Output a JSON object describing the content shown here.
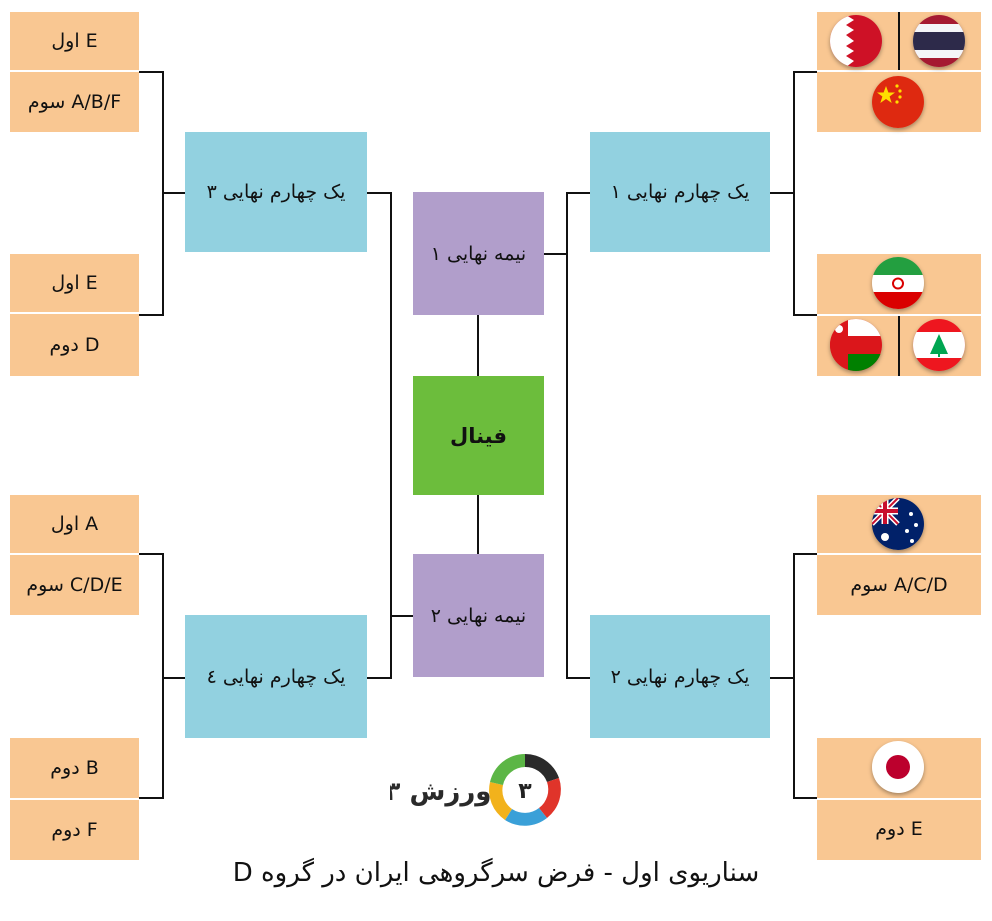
{
  "left": {
    "qf3_teams": [
      "اول E",
      "سوم A/B/F"
    ],
    "qf3_teams_b": [
      "اول E",
      "دوم D"
    ],
    "qf4_teams": [
      "اول A",
      "سوم C/D/E"
    ],
    "qf4_teams_b": [
      "دوم B",
      "دوم F"
    ],
    "qf3_label": "یک چهارم نهایی ۳",
    "qf4_label": "یک چهارم نهایی ٤"
  },
  "center": {
    "sf1_label": "نیمه نهایی ۱",
    "sf2_label": "نیمه نهایی ۲",
    "final_label": "فینال"
  },
  "right": {
    "qf1_label": "یک چهارم نهایی ۱",
    "qf2_label": "یک چهارم نهایی ۲",
    "qf2_team_a": "سوم A/C/D",
    "qf2_team_b": "دوم E",
    "flags_qf1_top": [
      "bahrain-flag-icon",
      "thailand-flag-icon",
      "china-flag-icon"
    ],
    "flags_qf1_bottom": [
      "iran-flag-icon",
      "oman-flag-icon",
      "lebanon-flag-icon"
    ],
    "flags_qf2": [
      "australia-flag-icon",
      "japan-flag-icon"
    ]
  },
  "logo": {
    "text": "ورزش ۳",
    "badge": "۳"
  },
  "caption": "سناریوی اول - فرض سرگروهی ایران در گروه D",
  "colors": {
    "team": "#f9c792",
    "quarter_final": "#92d1e0",
    "semi_final": "#b19ecb",
    "final": "#6cbd3c"
  }
}
